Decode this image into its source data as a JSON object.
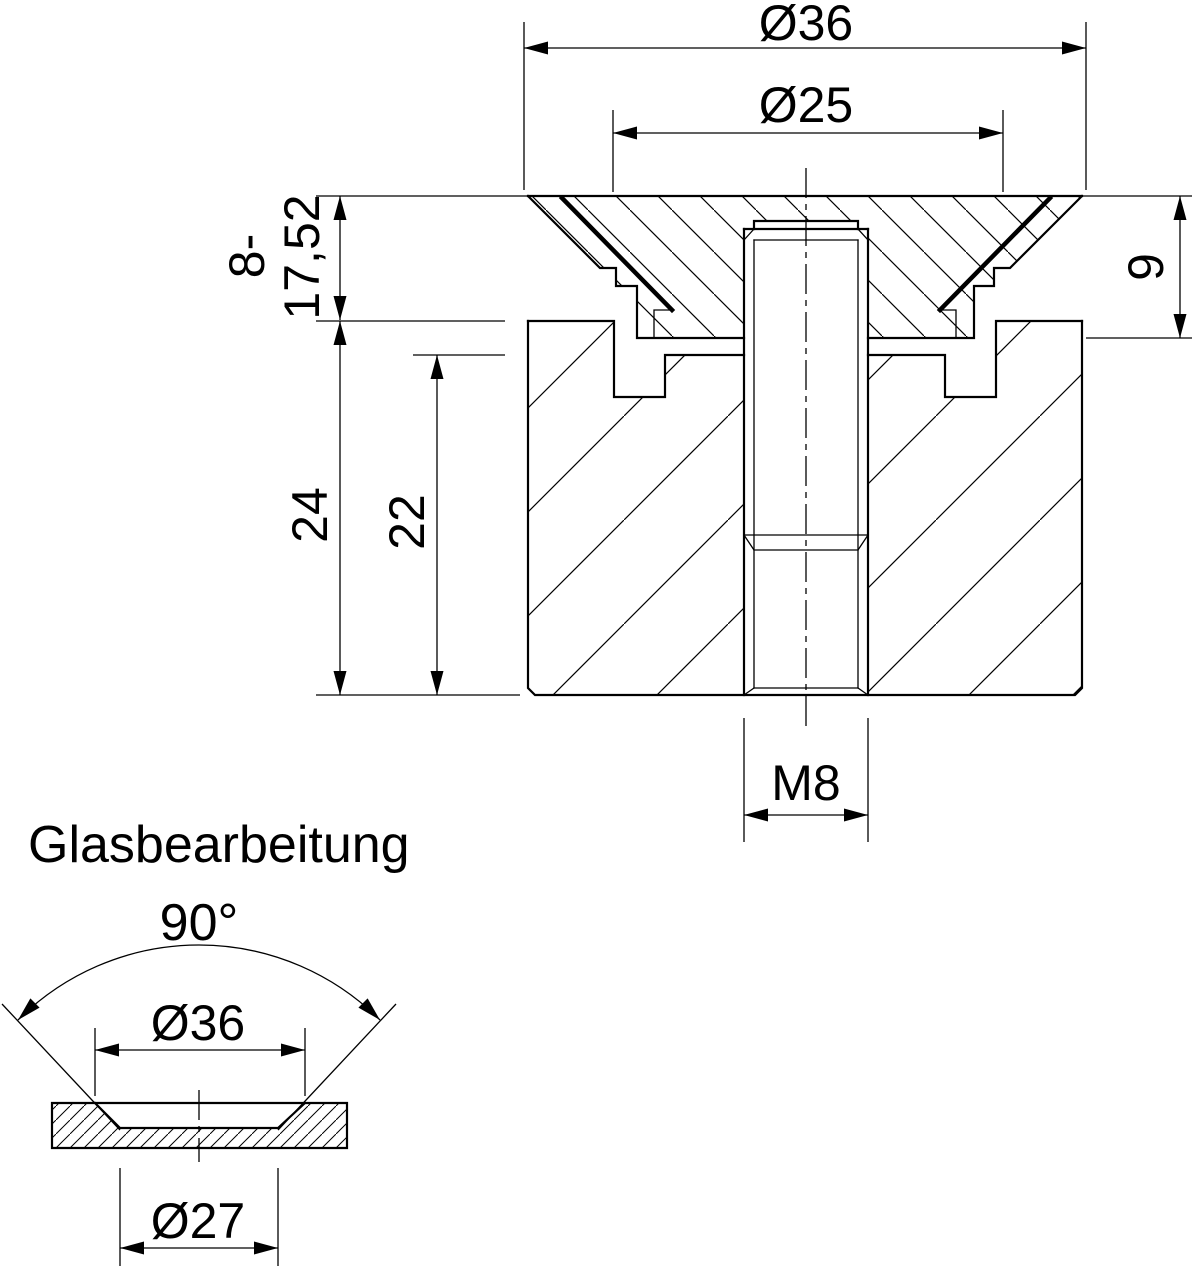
{
  "main_view": {
    "dim_outer_diameter": "Ø36",
    "dim_countersink_diameter": "Ø25",
    "dim_height_range_line1": "8-",
    "dim_height_range_line2": "17,52",
    "dim_head_depth": "9",
    "dim_total_height": "24",
    "dim_base_height": "22",
    "dim_thread": "M8"
  },
  "glass_view": {
    "title": "Glasbearbeitung",
    "dim_countersink_angle": "90°",
    "dim_hole_outer_diameter": "Ø36",
    "dim_hole_inner_diameter": "Ø27"
  },
  "colors": {
    "line": "#000000",
    "background": "#ffffff"
  }
}
